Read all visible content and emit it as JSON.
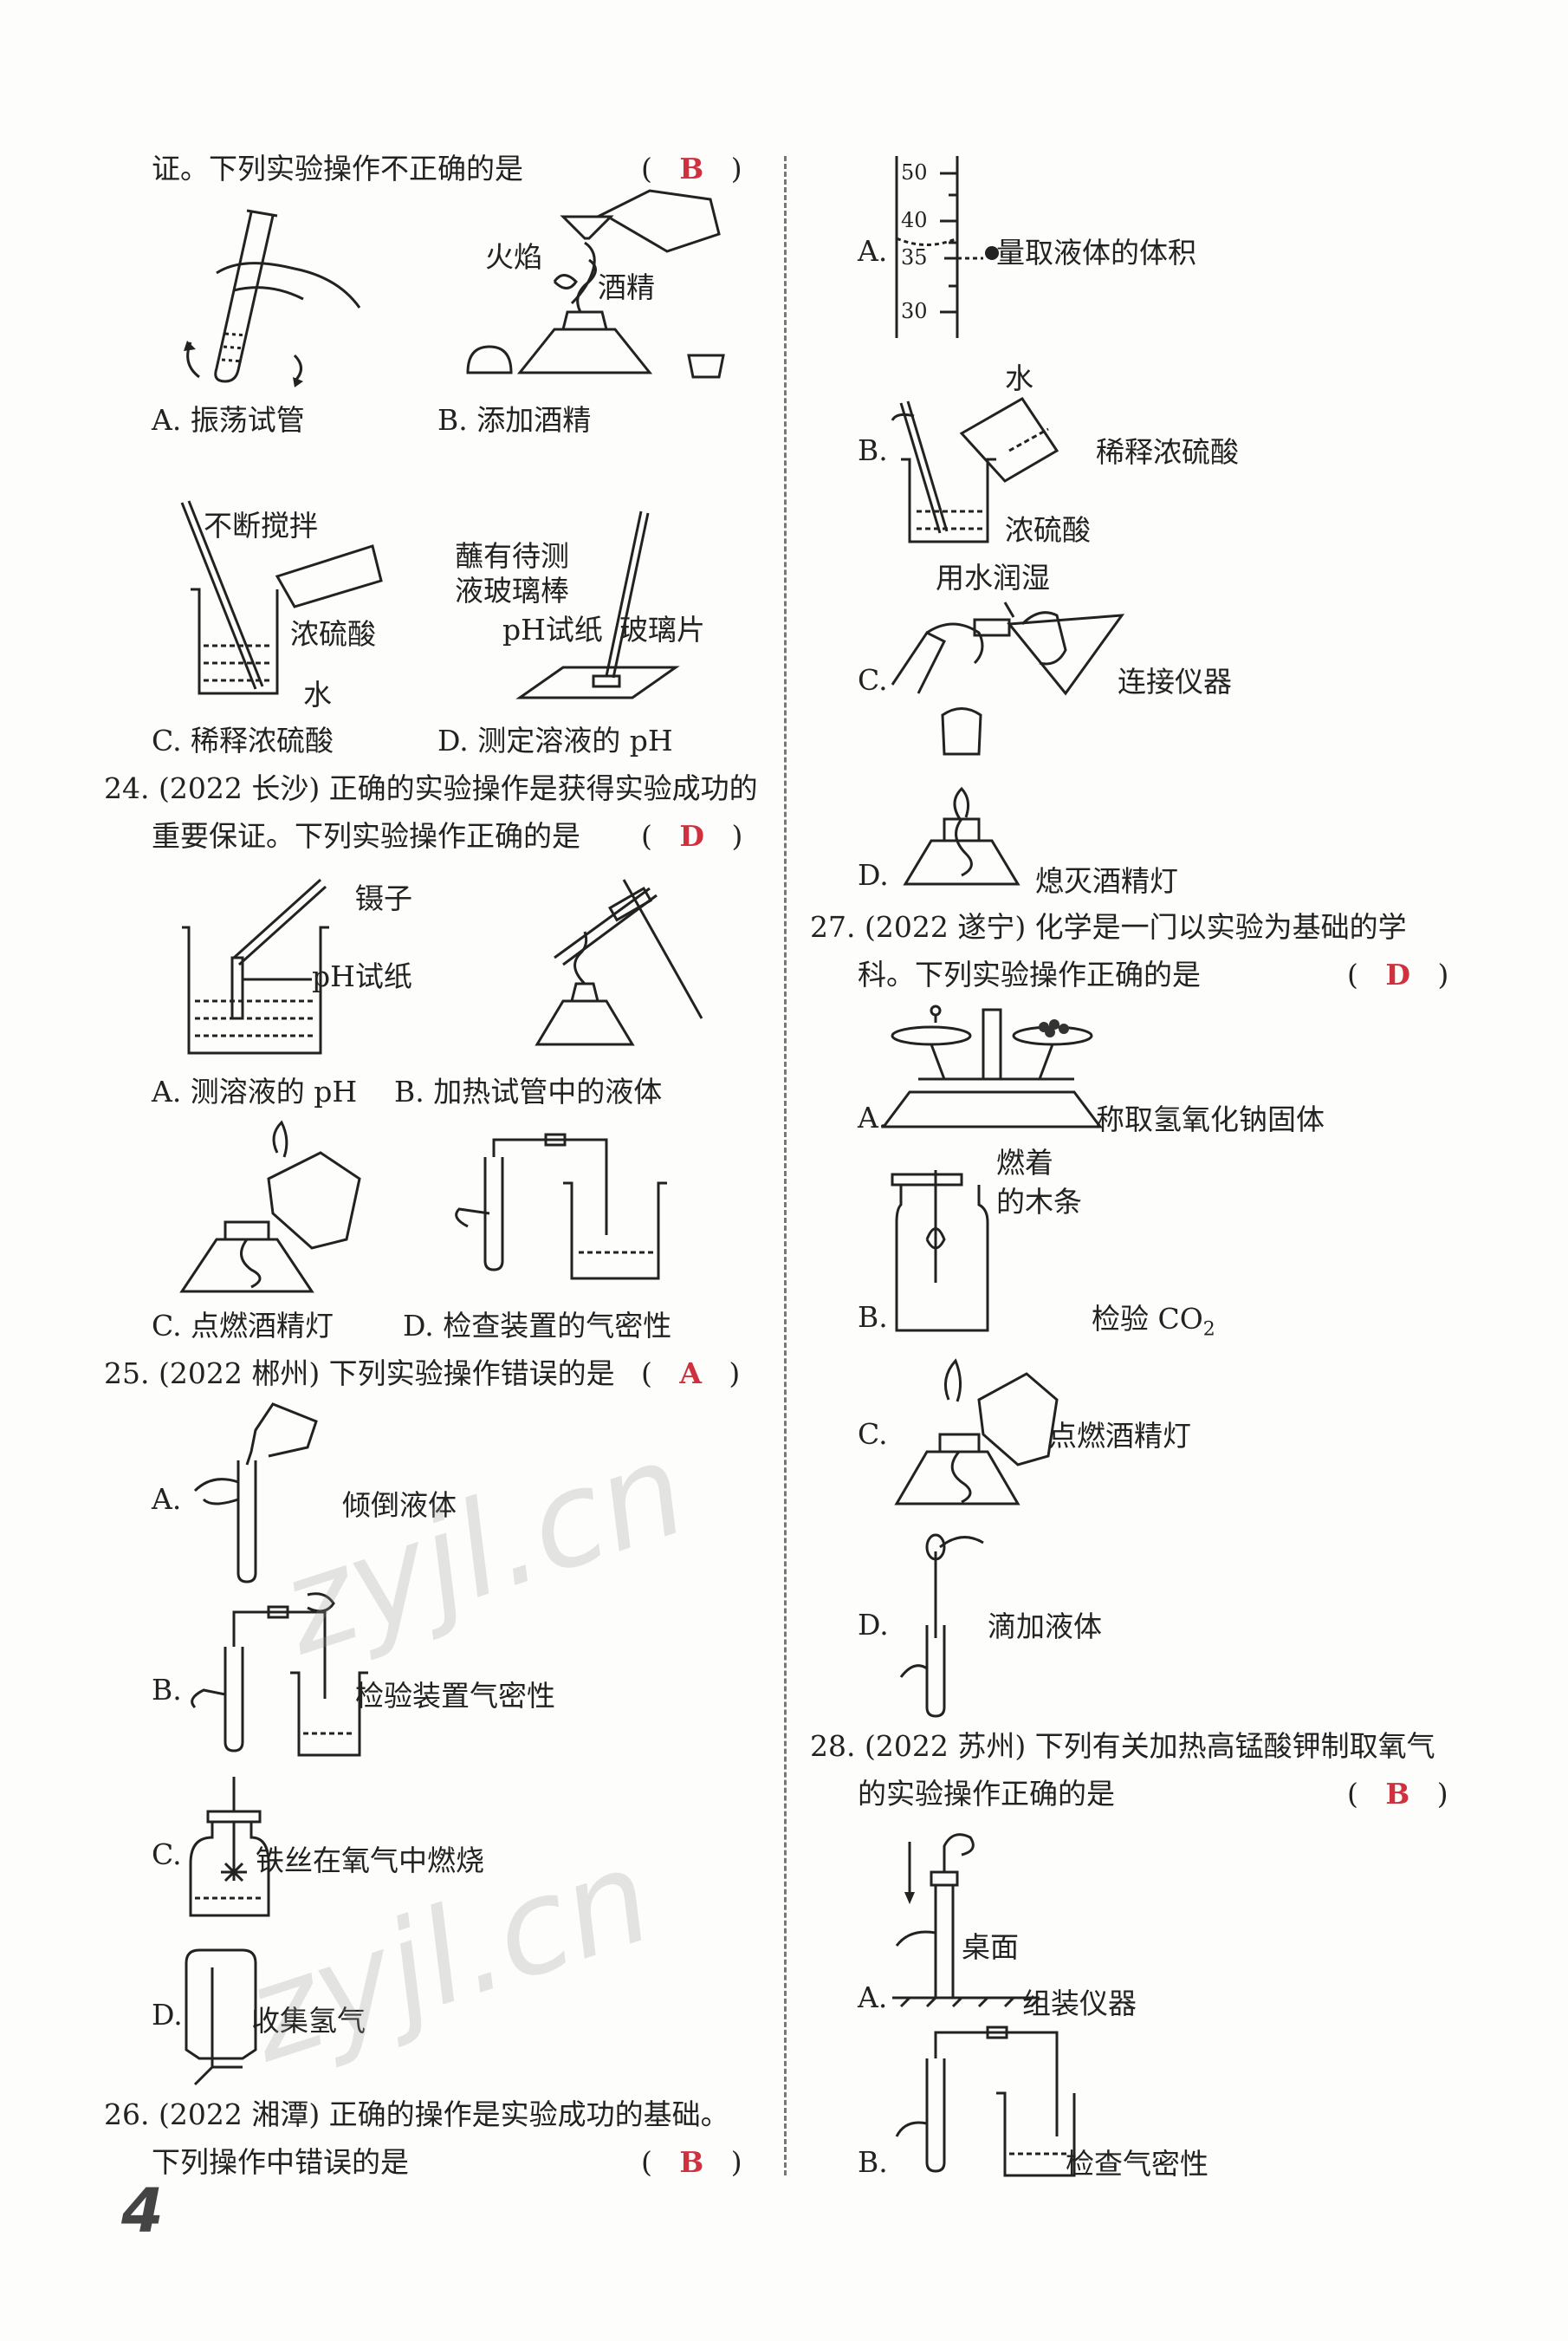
{
  "q23": {
    "stem_tail": "证。下列实验操作不正确的是",
    "answer": "B",
    "a": "A. 振荡试管",
    "b": "B. 添加酒精",
    "c": "C. 稀释浓硫酸",
    "d": "D. 测定溶液的 pH",
    "b_lbl_flame": "火焰",
    "b_lbl_alcohol": "酒精",
    "c_lbl_stir": "不断搅拌",
    "c_lbl_acid": "浓硫酸",
    "c_lbl_water": "水",
    "d_lbl_rod1": "蘸有待测",
    "d_lbl_rod2": "液玻璃棒",
    "d_lbl_paper": "pH试纸",
    "d_lbl_glass": "玻璃片"
  },
  "q24": {
    "line1": "24. (2022 长沙) 正确的实验操作是获得实验成功的",
    "line2": "重要保证。下列实验操作正确的是",
    "answer": "D",
    "a": "A. 测溶液的 pH",
    "b": "B. 加热试管中的液体",
    "c": "C. 点燃酒精灯",
    "d": "D. 检查装置的气密性",
    "a_lbl_tweezers": "镊子",
    "a_lbl_paper": "pH试纸"
  },
  "q25": {
    "line1": "25. (2022 郴州) 下列实验操作错误的是",
    "answer": "A",
    "a_letter": "A.",
    "a_text": "倾倒液体",
    "b_letter": "B.",
    "b_text": "检验装置气密性",
    "c_letter": "C.",
    "c_text": "铁丝在氧气中燃烧",
    "d_letter": "D.",
    "d_text": "收集氢气"
  },
  "q26": {
    "line1": "26. (2022 湘潭) 正确的操作是实验成功的基础。",
    "line2": "下列操作中错误的是",
    "answer": "B",
    "a_letter": "A.",
    "a_text": "量取液体的体积",
    "a_ticks": [
      "50",
      "40",
      "35",
      "30"
    ],
    "b_letter": "B.",
    "b_text": "稀释浓硫酸",
    "b_lbl_water": "水",
    "b_lbl_acid": "浓硫酸",
    "c_letter": "C.",
    "c_text": "连接仪器",
    "c_lbl_wet": "用水润湿",
    "d_letter": "D.",
    "d_text": "熄灭酒精灯"
  },
  "q27": {
    "line1": "27. (2022 遂宁) 化学是一门以实验为基础的学",
    "line2": "科。下列实验操作正确的是",
    "answer": "D",
    "a_letter": "A.",
    "a_text": "称取氢氧化钠固体",
    "b_letter": "B.",
    "b_text": "检验 CO",
    "b_sub": "2",
    "b_lbl1": "燃着",
    "b_lbl2": "的木条",
    "c_letter": "C.",
    "c_text": "点燃酒精灯",
    "d_letter": "D.",
    "d_text": "滴加液体"
  },
  "q28": {
    "line1": "28. (2022 苏州) 下列有关加热高锰酸钾制取氧气",
    "line2": "的实验操作正确的是",
    "answer": "B",
    "a_letter": "A.",
    "a_text": "组装仪器",
    "a_lbl_table": "桌面",
    "b_letter": "B.",
    "b_text": "检查气密性"
  },
  "page_number": "4",
  "watermark": "zyjl.cn"
}
